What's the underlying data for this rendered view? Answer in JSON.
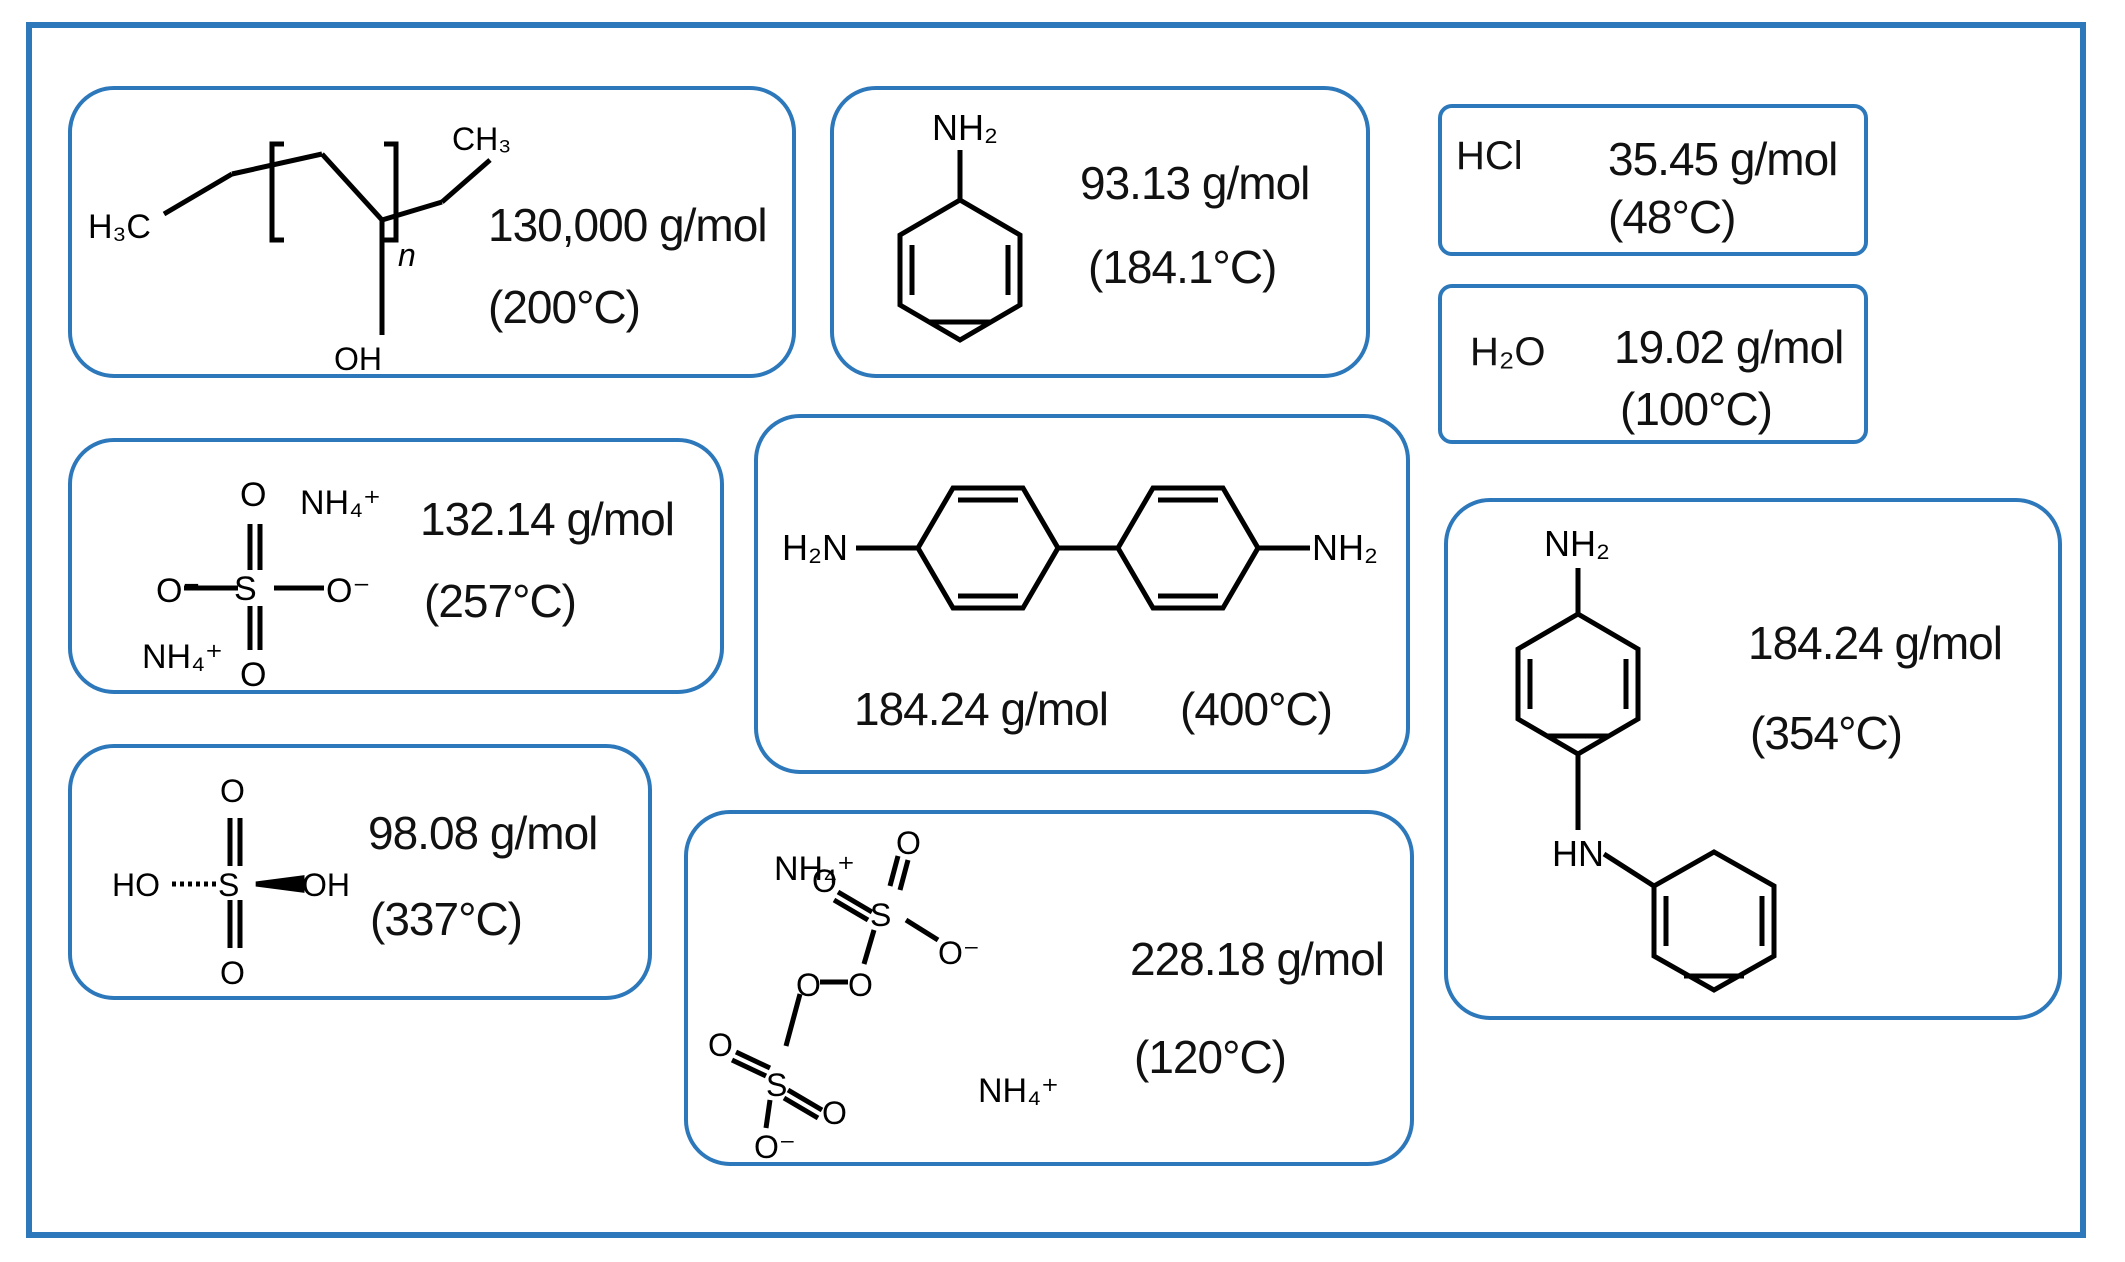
{
  "compounds": [
    {
      "id": "pva",
      "mass": "130,000 g/mol",
      "temp": "(200°C)",
      "labels": {
        "h3c": "H₃C",
        "ch3": "CH₃",
        "n": "n",
        "oh": "OH"
      }
    },
    {
      "id": "aniline",
      "mass": "93.13 g/mol",
      "temp": "(184.1°C)",
      "labels": {
        "nh2": "NH₂"
      }
    },
    {
      "id": "hcl",
      "formula": "HCl",
      "mass": "35.45 g/mol",
      "temp": "(48°C)"
    },
    {
      "id": "water",
      "formula": "H₂O",
      "mass": "19.02 g/mol",
      "temp": "(100°C)"
    },
    {
      "id": "ammonium-sulfate",
      "mass": "132.14 g/mol",
      "temp": "(257°C)",
      "labels": {
        "nh4_top": "NH₄⁺",
        "nh4_bottom": "NH₄⁺",
        "o_top": "O",
        "o_bottom": "O",
        "o_left": "O⁻",
        "o_right": "O⁻",
        "s": "S"
      }
    },
    {
      "id": "benzidine",
      "mass": "184.24 g/mol",
      "temp": "(400°C)",
      "labels": {
        "h2n": "H₂N",
        "nh2": "NH₂"
      }
    },
    {
      "id": "aminodiphenylamine",
      "mass": "184.24 g/mol",
      "temp": "(354°C)",
      "labels": {
        "nh2": "NH₂",
        "hn": "HN"
      }
    },
    {
      "id": "sulfuric-acid",
      "mass": "98.08 g/mol",
      "temp": "(337°C)",
      "labels": {
        "ho": "HO",
        "oh": "OH",
        "s": "S",
        "o_top": "O",
        "o_bottom": "O"
      }
    },
    {
      "id": "ammonium-persulfate",
      "mass": "228.18 g/mol",
      "temp": "(120°C)",
      "labels": {
        "nh4_top": "NH₄⁺",
        "nh4_bottom": "NH₄⁺",
        "s1": "S",
        "s2": "S",
        "o1": "O",
        "o2": "O",
        "o3": "O⁻",
        "o4": "O",
        "o5": "O",
        "o6": "O",
        "o7": "O",
        "o8": "O⁻"
      }
    }
  ],
  "colors": {
    "border": "#2c78bb",
    "text": "#111111"
  }
}
